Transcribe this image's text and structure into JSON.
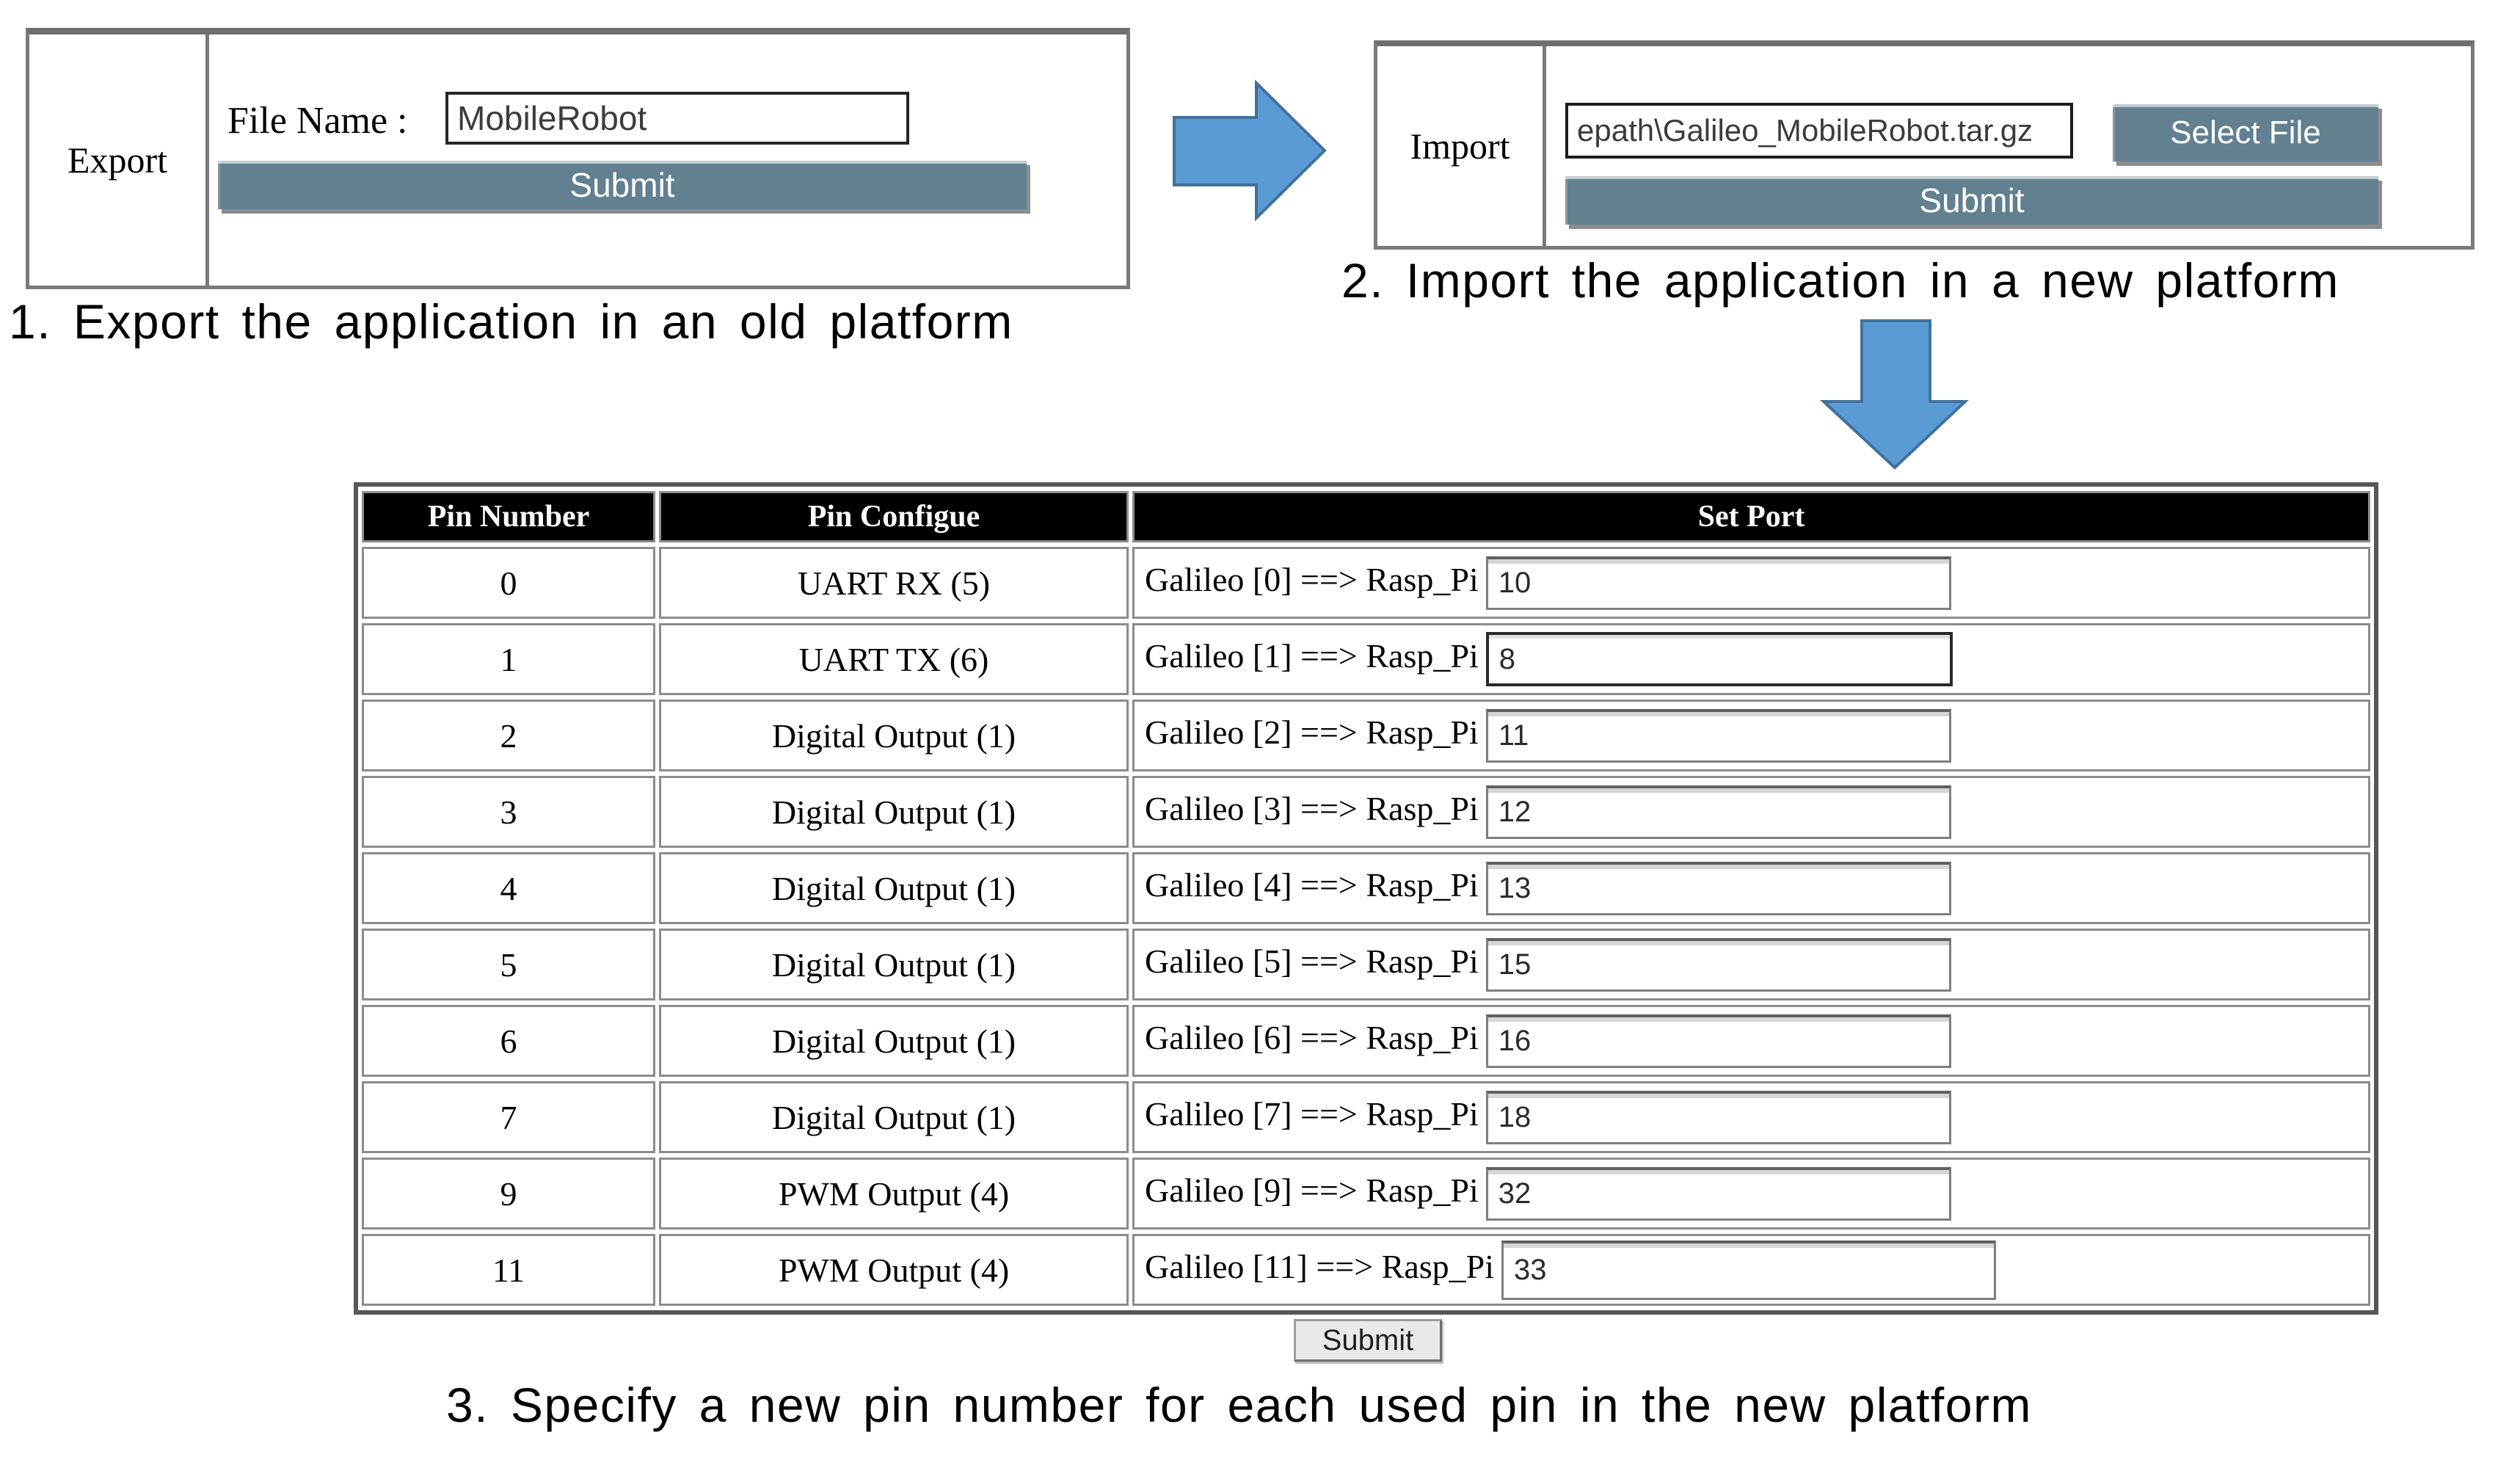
{
  "export_panel": {
    "label": "Export",
    "file_name_label": "File Name :",
    "file_name_value": "MobileRobot",
    "submit_label": "Submit"
  },
  "import_panel": {
    "label": "Import",
    "file_path_value": "epath\\Galileo_MobileRobot.tar.gz",
    "select_file_label": "Select File",
    "submit_label": "Submit"
  },
  "captions": {
    "step1": "1. Export the application in an old platform",
    "step2": "2. Import the application in a new platform",
    "step3": "3. Specify a new pin number for each used pin in the new platform"
  },
  "colors": {
    "button_slate": "#62808f",
    "arrow_fill": "#5b9bd5",
    "arrow_stroke": "#41719c",
    "table_header_bg": "#000000"
  },
  "table": {
    "headers": [
      "Pin Number",
      "Pin Configue",
      "Set Port"
    ],
    "rows": [
      {
        "pin": "0",
        "configue": "UART RX (5)",
        "port_label": "Galileo [0] ==> Rasp_Pi",
        "port_value": "10"
      },
      {
        "pin": "1",
        "configue": "UART TX (6)",
        "port_label": "Galileo [1] ==> Rasp_Pi",
        "port_value": "8"
      },
      {
        "pin": "2",
        "configue": "Digital Output (1)",
        "port_label": "Galileo [2] ==> Rasp_Pi",
        "port_value": "11"
      },
      {
        "pin": "3",
        "configue": "Digital Output (1)",
        "port_label": "Galileo [3] ==> Rasp_Pi",
        "port_value": "12"
      },
      {
        "pin": "4",
        "configue": "Digital Output (1)",
        "port_label": "Galileo [4] ==> Rasp_Pi",
        "port_value": "13"
      },
      {
        "pin": "5",
        "configue": "Digital Output (1)",
        "port_label": "Galileo [5] ==> Rasp_Pi",
        "port_value": "15"
      },
      {
        "pin": "6",
        "configue": "Digital Output (1)",
        "port_label": "Galileo [6] ==> Rasp_Pi",
        "port_value": "16"
      },
      {
        "pin": "7",
        "configue": "Digital Output (1)",
        "port_label": "Galileo [7] ==> Rasp_Pi",
        "port_value": "18"
      },
      {
        "pin": "9",
        "configue": "PWM Output (4)",
        "port_label": "Galileo [9] ==> Rasp_Pi",
        "port_value": "32"
      },
      {
        "pin": "11",
        "configue": "PWM Output (4)",
        "port_label": "Galileo [11] ==> Rasp_Pi",
        "port_value": "33"
      }
    ],
    "submit_label": "Submit"
  }
}
